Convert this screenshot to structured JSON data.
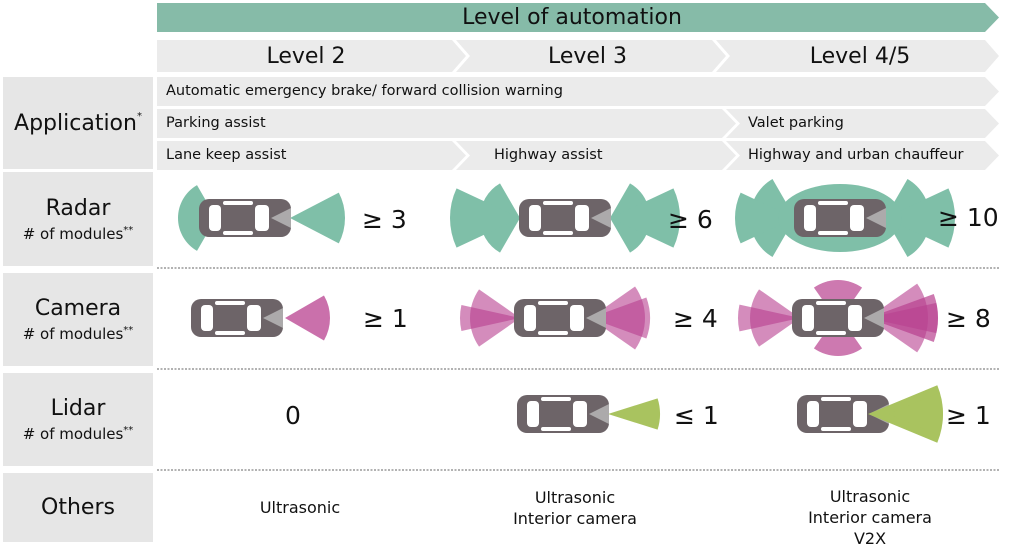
{
  "header": {
    "title": "Level of automation",
    "levels": [
      "Level 2",
      "Level 3",
      "Level 4/5"
    ]
  },
  "labels": {
    "application": "Application",
    "application_mark": "*",
    "radar": "Radar",
    "camera": "Camera",
    "lidar": "Lidar",
    "others": "Others",
    "modules": "# of modules",
    "modules_mark": "**"
  },
  "applications": {
    "row1": [
      "Automatic emergency brake/ forward collision warning"
    ],
    "row2": [
      "Parking assist",
      "Valet parking"
    ],
    "row3": [
      "Lane keep assist",
      "Highway assist",
      "Highway and urban chauffeur"
    ]
  },
  "radar": [
    "≥ 3",
    "≥ 6",
    "≥ 10"
  ],
  "camera": [
    "≥ 1",
    "≥ 4",
    "≥ 8"
  ],
  "lidar": [
    "0",
    "≤ 1",
    "≥ 1"
  ],
  "others": {
    "l2": [
      "Ultrasonic"
    ],
    "l3": [
      "Ultrasonic",
      "Interior camera"
    ],
    "l45": [
      "Ultrasonic",
      "Interior camera",
      "V2X"
    ]
  },
  "colors": {
    "header": "#86bba8",
    "chevron": "#ebebeb",
    "label_bg": "#e6e6e6",
    "radar": "#7fbfa8",
    "camera": "#b8408f",
    "lidar": "#a9c35f",
    "car": "#6d6468"
  }
}
